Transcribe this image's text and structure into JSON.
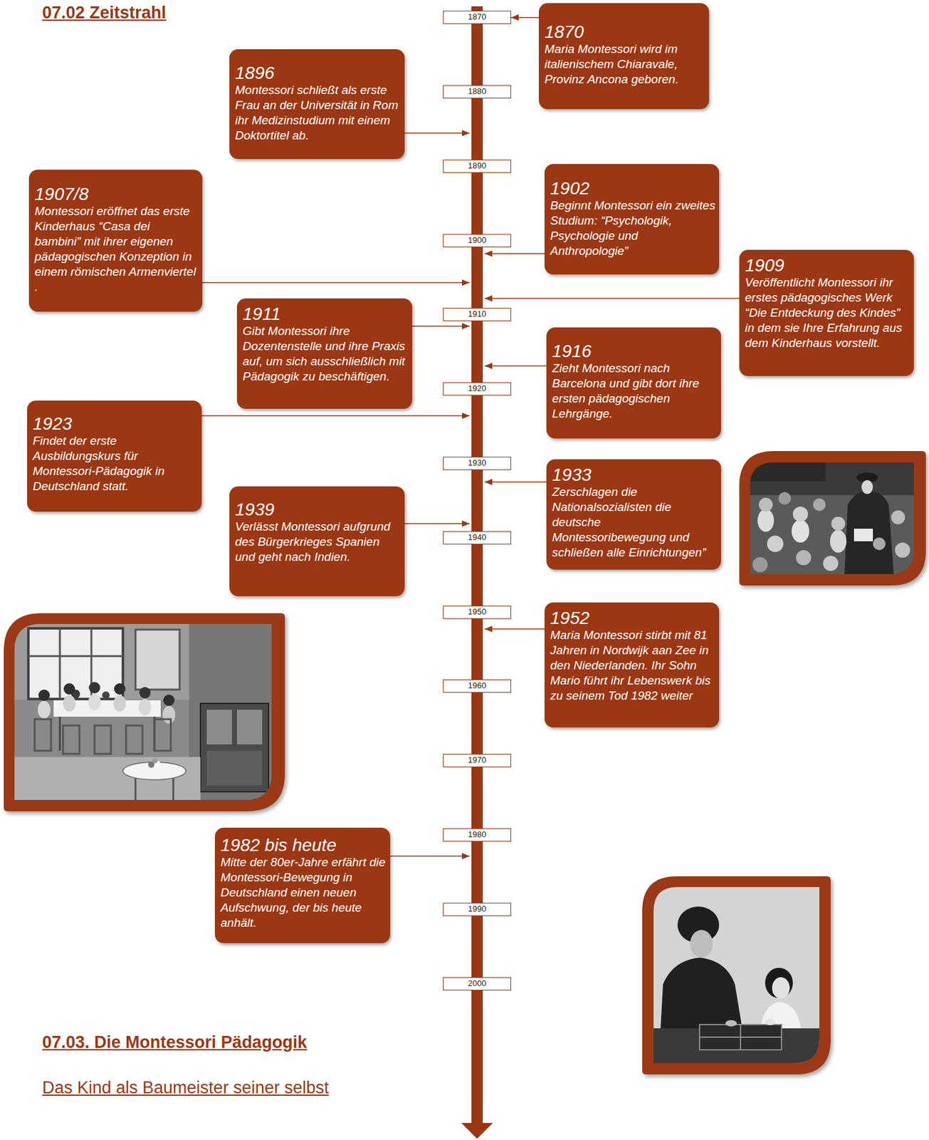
{
  "diagram": {
    "title": "07.02 Zeitstrahl",
    "nodes": [
      {
        "text": [
          "1870",
          "Maria Montessori wird im italienischem Chiaravale, Provinz Ancona geboren."
        ]
      },
      {
        "text": [
          "1896",
          "Montessori schließt als erste Frau an der Universität in Rom ihr Medizinstudium mit einem Doktortitel ab."
        ]
      },
      {
        "text": [
          "1902",
          "Beginnt Montessori ein zweites Studium: “Psychologik, Psychologie und Anthropologie”"
        ]
      },
      {
        "text": [
          "1907/8",
          "Montessori eröffnet das erste Kinderhaus “Casa dei bambini” mit ihrer eigenen pädagogischen Konzeption in einem römischen Armenviertel ."
        ]
      },
      {
        "text": [
          "1909",
          "Veröffentlicht Montessori ihr erstes pädagogisches Werk “Die Entdeckung des Kindes” in dem sie Ihre Erfahrung aus dem Kinderhaus vorstellt."
        ]
      },
      {
        "text": [
          "1911",
          "Gibt Montessori ihre Dozentenstelle und ihre Praxis auf, um sich ausschließlich mit Pädagogik zu beschäftigen."
        ]
      },
      {
        "text": [
          "1916",
          "Zieht Montessori nach Barcelona und gibt dort ihre ersten pädagogischen Lehrgänge."
        ]
      },
      {
        "text": [
          "1923",
          "Findet der erste Ausbildungskurs für Montessori-Pädagogik in Deutschland statt."
        ]
      },
      {
        "text": [
          "1933",
          "Zerschlagen die Nationalsozialisten die deutsche Montessoribewegung und schließen alle Einrichtungen”"
        ]
      },
      {
        "text": [
          "1939",
          "Verlässt Montessori aufgrund des Bürgerkrieges Spanien und geht nach Indien."
        ]
      },
      {
        "text": [
          "1952",
          "Maria Montessori stirbt mit 81 Jahren in Nordwijk aan Zee in den Niederlanden. Ihr Sohn Mario führt ihr Lebenswerk bis zu seinem Tod 1982 weiter"
        ]
      },
      {
        "text": [
          "1982 bis heute",
          "Mitte der 80er-Jahre erfährt die Montessori-Bewegung in Deutschland einen neuen Aufschwung, der bis heute anhält."
        ]
      },
      {
        "text": [
          "1870"
        ]
      },
      {
        "text": [
          "1880"
        ]
      },
      {
        "text": [
          "1890"
        ]
      },
      {
        "text": [
          "1900"
        ]
      },
      {
        "text": [
          "1910"
        ]
      },
      {
        "text": [
          "1920"
        ]
      },
      {
        "text": [
          "1930"
        ]
      },
      {
        "text": [
          "1940"
        ]
      },
      {
        "text": [
          "1950"
        ]
      },
      {
        "text": [
          "1960"
        ]
      },
      {
        "text": [
          "1970"
        ]
      },
      {
        "text": [
          "1980"
        ]
      },
      {
        "text": [
          "1990"
        ]
      },
      {
        "text": [
          "2000"
        ]
      }
    ],
    "edges": [
      {
        "from": 0,
        "to": 12,
        "arrow": "to"
      }
    ],
    "labels": [
      "07.03. Die Montessori Pädagogik",
      "Das Kind als Baumeister seiner selbst"
    ]
  }
}
